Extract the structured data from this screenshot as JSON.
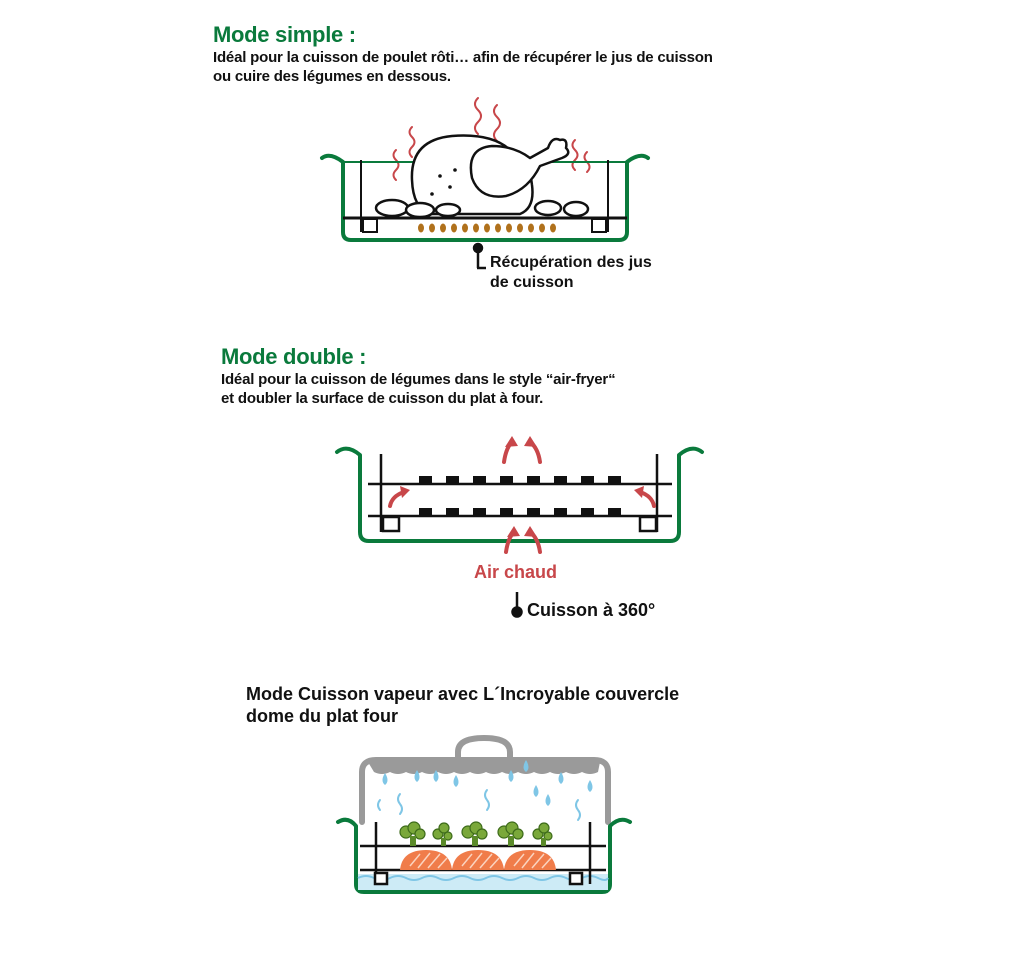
{
  "section1": {
    "title": "Mode simple :",
    "line1": "Idéal pour la cuisson de poulet rôti… afin de récupérer le jus de cuisson",
    "line2": "ou cuire des légumes en dessous.",
    "callout_line1": "Récupération des jus",
    "callout_line2": "de cuisson"
  },
  "section2": {
    "title": "Mode double :",
    "line1": "Idéal pour la cuisson de légumes dans le style “air-fryer“",
    "line2": "et doubler la surface de cuisson du plat à four.",
    "air_label": "Air chaud",
    "callout": "Cuisson à 360°"
  },
  "section3": {
    "title_line1": "Mode Cuisson vapeur avec L´Incroyable couvercle",
    "title_line2": "dome du plat  four"
  },
  "colors": {
    "green": "#0a7a3c",
    "red": "#c8474a",
    "water": "#7fc6e6",
    "lid": "#9a9a9a",
    "salmon": "#f07c4a",
    "broccoli": "#7aa83a",
    "juice": "#b0711c"
  }
}
